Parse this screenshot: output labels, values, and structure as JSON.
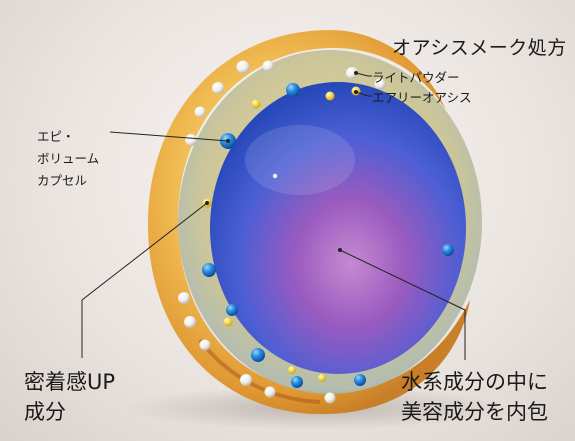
{
  "labels": {
    "title": "オアシスメーク処方",
    "light_powder": "ライトパウダー",
    "airy_oasis": "エアリーオアシス",
    "epi_volume": [
      "エピ・",
      "ボリューム",
      "カプセル"
    ],
    "adhesion": [
      "密着感UP",
      "成分"
    ],
    "water_based": [
      "水系成分の中に",
      "美容成分を内包"
    ]
  },
  "colors": {
    "background": "#ebe5e1",
    "shell_amber": "#e8a530",
    "gel_layer": "#d7c27a",
    "core_blue": "#2d5fd0",
    "core_purple": "#9a52b8",
    "blue_bead": "#1e88d8",
    "yellow_bead": "#f2d64a",
    "white_bead": "#f4f4f2",
    "leader_line": "#222222"
  }
}
